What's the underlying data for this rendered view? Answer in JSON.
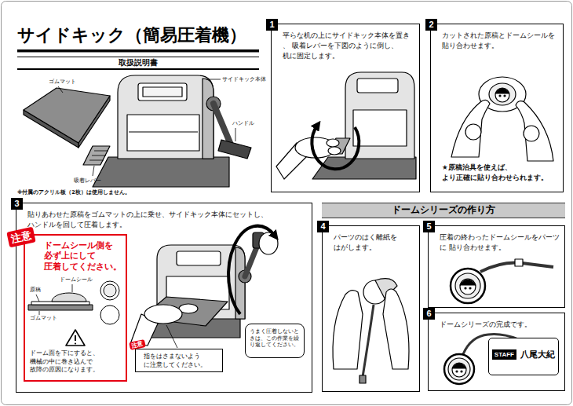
{
  "diagram": {
    "title": "サイドキック（簡易圧着機）",
    "nodes": [
      {
        "text": [
          "取扱説明書"
        ]
      },
      {
        "text": [
          "1",
          "平らな机の上にサイドキック本体を置き、 吸着レバーを下図のように倒し、 机に固定します。"
        ]
      },
      {
        "text": [
          "2",
          "カットされた原稿とドームシールを 貼り合わせます。",
          "★原稿治具を使えば、 より正確に貼り合わせられます。"
        ]
      },
      {
        "text": [
          "3",
          "貼りあわせた原稿をゴムマットの上に乗せ、サイドキック本体にセットし、 ハンドルを回して圧着します。"
        ]
      },
      {
        "text": [
          "注意",
          "ドームシール側を 必ず上にして 圧着してください。",
          "ドーム面を下にすると、 機械の中に巻き込んで 故障の原因になります。"
        ],
        "in": 3
      },
      {
        "text": [
          "注意",
          "指をはさまないよう に注意してください。"
        ],
        "in": 3
      },
      {
        "text": [
          "うまく圧着しないと きは、この作業を繰 り返してください。"
        ],
        "in": 3
      },
      {
        "text": [
          "ドームシリーズの作り方"
        ]
      },
      {
        "text": [
          "4",
          "パーツのはく離紙を はがします。"
        ]
      },
      {
        "text": [
          "5",
          "圧着の終わったドームシールをパーツに 貼り合わせます。"
        ]
      },
      {
        "text": [
          "6",
          "ドームシリーズの完成です。"
        ]
      },
      {
        "text": [
          "STAFF",
          "八尾大紀"
        ],
        "in": 10
      }
    ],
    "labels": [
      "ゴムマット",
      "サイドキック本体",
      "ハンドル",
      "吸着レバー",
      "※付属のアクリル板（2枚）は使用しません。",
      "原稿",
      "ドームシール",
      "ゴムマット"
    ]
  }
}
